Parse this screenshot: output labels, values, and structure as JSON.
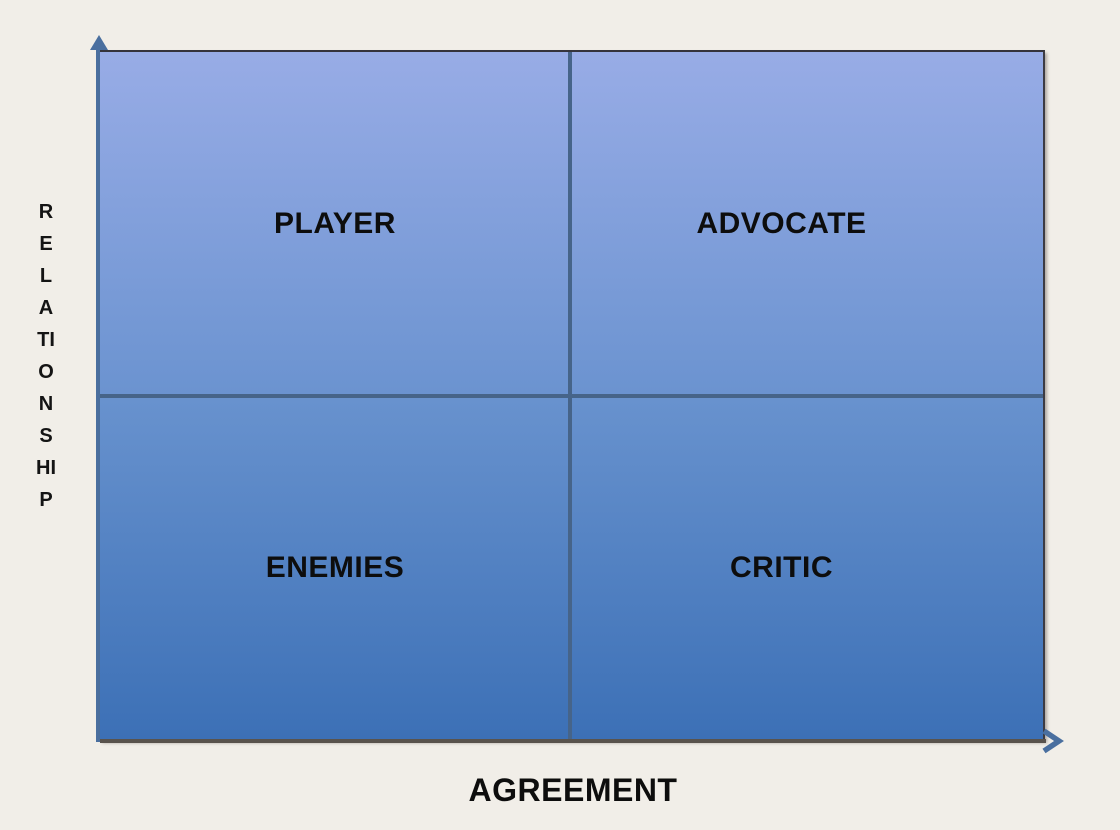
{
  "diagram": {
    "type": "quadrant-matrix",
    "x_axis_label": "AGREEMENT",
    "y_axis_label": "RELATIONSHIP",
    "quadrants": [
      {
        "position": "top-left",
        "label": "PLAYER"
      },
      {
        "position": "top-right",
        "label": "ADVOCATE"
      },
      {
        "position": "bottom-left",
        "label": "ENEMIES"
      },
      {
        "position": "bottom-right",
        "label": "CRITIC"
      }
    ],
    "colors": {
      "background": "#f1eee8",
      "quadrant_gradient_top": "#98ace6",
      "quadrant_gradient_bottom": "#3c70b6",
      "divider": "#466489",
      "axis": "#4a6f9f",
      "top_border": "#35343c",
      "label_text": "#0d0d0d"
    }
  }
}
